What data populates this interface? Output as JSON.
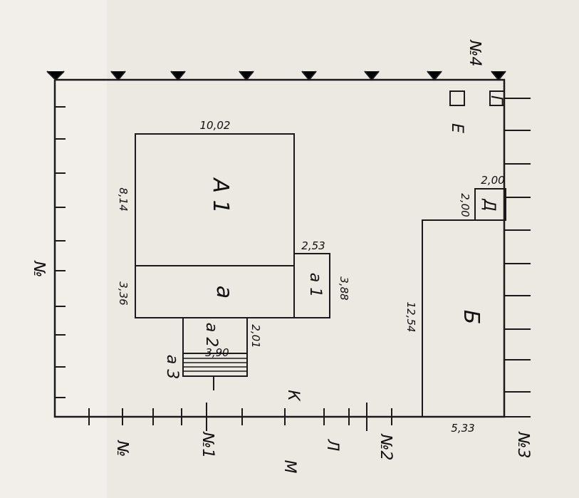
{
  "plan": {
    "labels": {
      "building_a1": "А 1",
      "building_a": "а",
      "building_a1_small": "а 1",
      "building_a2": "а 2",
      "building_a3": "а 3",
      "building_b": "Б",
      "building_d": "Д",
      "building_g": "Г",
      "building_e": "Е",
      "well_k": "К",
      "l": "Л",
      "m": "М"
    },
    "dimensions": {
      "a1_top": "10,02",
      "a1_left": "8,14",
      "a_left": "3,36",
      "a1small_top": "2,53",
      "a1small_right": "3,88",
      "a2_right": "2,01",
      "a3_width": "3,90",
      "b_left": "12,54",
      "b_bottom": "5,33",
      "d_top": "2,00",
      "d_left": "2,00"
    },
    "boundary_points": {
      "p1": "№1",
      "p2": "№2",
      "p3": "№3",
      "p4": "№4",
      "left": "№",
      "bottom_left": "№"
    }
  }
}
